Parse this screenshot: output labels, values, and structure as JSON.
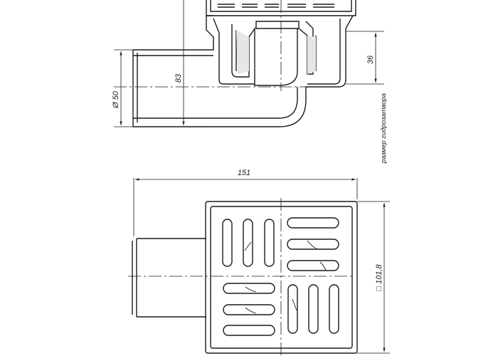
{
  "dimensions": {
    "pipe_diameter": "Ø 50",
    "height": "83",
    "seal_depth": "36",
    "overall_width": "151",
    "grate_size": "□ 101,8"
  },
  "notes": {
    "water_seal": "размер гидрозатвора"
  },
  "colors": {
    "line": "#1a1a1a",
    "hatch": "#e6e6e6"
  }
}
